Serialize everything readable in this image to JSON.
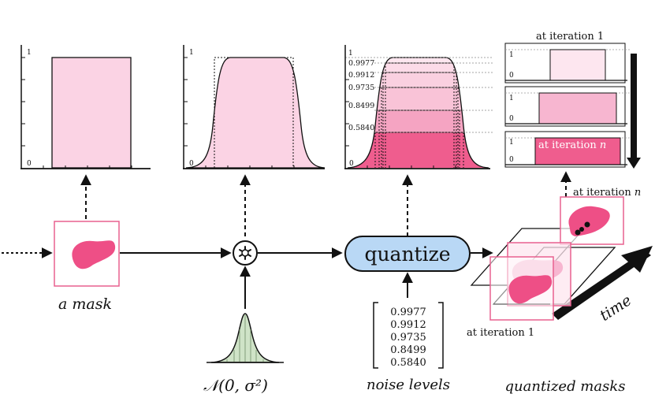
{
  "plots": {
    "p1": {
      "y1": "1",
      "y0": "0"
    },
    "p2": {
      "y1": "1",
      "y0": "0"
    },
    "p3": {
      "y1": "1",
      "y0": "0",
      "levels": [
        "0.9977",
        "0.9912",
        "0.9735",
        "0.8499",
        "0.5840"
      ]
    }
  },
  "iterations": {
    "first_top": "at iteration 1",
    "n_inside": "at iteration",
    "n_inside_var": "n",
    "y1": "1",
    "y0": "0"
  },
  "mask_label": "a mask",
  "gauss_label": "𝒩(0, σ²)",
  "quantize_label": "quantize",
  "noise_levels": [
    "0.9977",
    "0.9912",
    "0.9735",
    "0.8499",
    "0.5840"
  ],
  "noise_label": "noise levels",
  "stack": {
    "at_n": "at iteration",
    "at_n_var": "n",
    "at_1": "at iteration 1",
    "time": "time"
  },
  "quantized_label": "quantized masks",
  "colors": {
    "pink_light": "#fbd3e4",
    "pink_mid": "#f7a8c8",
    "pink_dark": "#f0608f",
    "blob": "#ee4f86",
    "frame": "#e8608f",
    "blue": "#b9d8f5",
    "green": "#cfe3c7"
  }
}
